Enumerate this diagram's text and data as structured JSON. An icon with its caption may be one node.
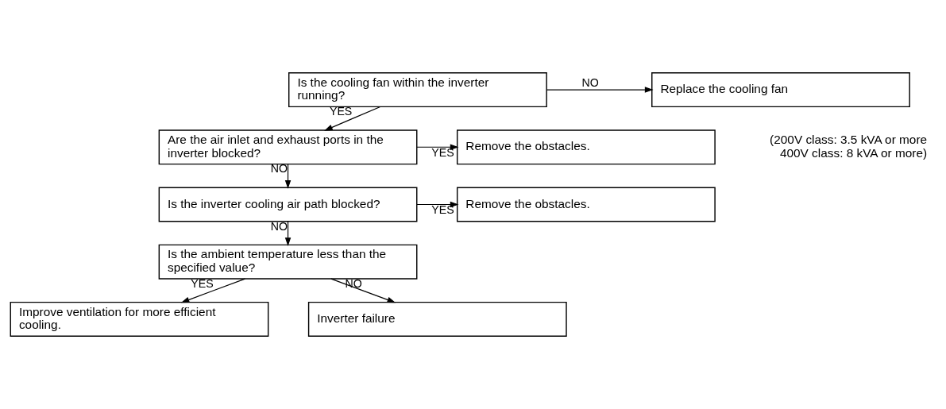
{
  "diagram": {
    "nodes": [
      {
        "text": [
          "Is the cooling fan within the inverter running?"
        ]
      },
      {
        "text": [
          "Replace the cooling fan"
        ]
      },
      {
        "text": [
          "Are the air inlet and exhaust ports in the inverter blocked?"
        ]
      },
      {
        "text": [
          "Remove the obstacles."
        ]
      },
      {
        "text": [
          "Is the inverter cooling air path blocked?"
        ]
      },
      {
        "text": [
          "Remove the obstacles."
        ]
      },
      {
        "text": [
          "Is the ambient temperature less than the specified value?"
        ]
      },
      {
        "text": [
          "Improve ventilation for more efficient cooling."
        ]
      },
      {
        "text": [
          "Inverter failure"
        ]
      }
    ],
    "edges": [
      {
        "from": 0,
        "to": 1,
        "arrow": "to",
        "label": "NO"
      },
      {
        "from": 0,
        "to": 2,
        "arrow": "to",
        "label": "YES"
      },
      {
        "from": 2,
        "to": 3,
        "arrow": "to",
        "label": "YES"
      },
      {
        "from": 2,
        "to": 4,
        "arrow": "to",
        "label": "NO"
      },
      {
        "from": 4,
        "to": 5,
        "arrow": "to",
        "label": "YES"
      },
      {
        "from": 4,
        "to": 6,
        "arrow": "to",
        "label": "NO"
      },
      {
        "from": 6,
        "to": 7,
        "arrow": "to",
        "label": "YES"
      },
      {
        "from": 6,
        "to": 8,
        "arrow": "to",
        "label": "NO"
      }
    ],
    "labels": [
      "(200V class: 3.5 kVA or more 400V class: 8 kVA or more)"
    ]
  }
}
